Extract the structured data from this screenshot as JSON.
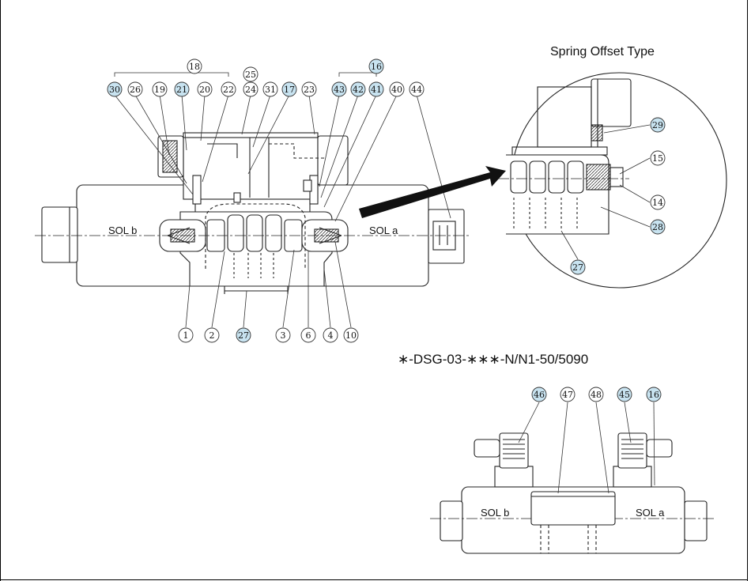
{
  "titles": {
    "spring_offset": "Spring Offset Type",
    "model_code": "∗-DSG-03-∗∗∗-N/N1-50/5090"
  },
  "solenoids": {
    "left": "SOL b",
    "right": "SOL a"
  },
  "colors": {
    "highlight_fill": "#c8e3f0",
    "line": "#222222",
    "background": "#ffffff"
  },
  "main_view": {
    "top_callouts": [
      {
        "label": "18",
        "highlight": false
      },
      {
        "label": "25",
        "highlight": false
      },
      {
        "label": "16",
        "highlight": true
      },
      {
        "label": "30",
        "highlight": true
      },
      {
        "label": "26",
        "highlight": false
      },
      {
        "label": "19",
        "highlight": false
      },
      {
        "label": "21",
        "highlight": true
      },
      {
        "label": "20",
        "highlight": false
      },
      {
        "label": "22",
        "highlight": false
      },
      {
        "label": "24",
        "highlight": false
      },
      {
        "label": "31",
        "highlight": false
      },
      {
        "label": "17",
        "highlight": true
      },
      {
        "label": "23",
        "highlight": false
      },
      {
        "label": "43",
        "highlight": true
      },
      {
        "label": "42",
        "highlight": true
      },
      {
        "label": "41",
        "highlight": true
      },
      {
        "label": "40",
        "highlight": false
      },
      {
        "label": "44",
        "highlight": false
      }
    ],
    "bottom_callouts": [
      {
        "label": "1",
        "highlight": false
      },
      {
        "label": "2",
        "highlight": false
      },
      {
        "label": "27",
        "highlight": true
      },
      {
        "label": "3",
        "highlight": false
      },
      {
        "label": "6",
        "highlight": false
      },
      {
        "label": "4",
        "highlight": false
      },
      {
        "label": "10",
        "highlight": false
      }
    ]
  },
  "detail_view": {
    "callouts": [
      {
        "label": "29",
        "highlight": true
      },
      {
        "label": "15",
        "highlight": false
      },
      {
        "label": "14",
        "highlight": false
      },
      {
        "label": "28",
        "highlight": true
      },
      {
        "label": "27",
        "highlight": true
      }
    ]
  },
  "lower_view": {
    "callouts": [
      {
        "label": "46",
        "highlight": true
      },
      {
        "label": "47",
        "highlight": false
      },
      {
        "label": "48",
        "highlight": false
      },
      {
        "label": "45",
        "highlight": true
      },
      {
        "label": "16",
        "highlight": true
      }
    ]
  }
}
